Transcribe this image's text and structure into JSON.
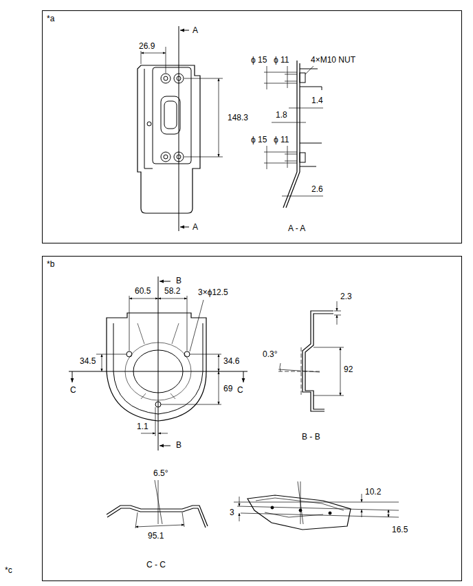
{
  "diagram": {
    "nodes": [
      {
        "text": [
          "*a"
        ]
      },
      {
        "text": [
          "*b"
        ]
      }
    ],
    "labels": [
      "*c",
      "A",
      "26.9",
      "148.3",
      "ϕ 15",
      "ϕ 11",
      "4×M10 NUT",
      "1.4",
      "1.8",
      "ϕ 15",
      "ϕ 11",
      "2.6",
      "A",
      "A - A",
      "B",
      "60.5",
      "58.2",
      "3×ϕ12.5",
      "2.3",
      "34.5",
      "34.6",
      "0.3°",
      "92",
      "C",
      "C",
      "69",
      "1.1",
      "B",
      "B - B",
      "6.5°",
      "95.1",
      "C - C",
      "10.2",
      "3",
      "16.5"
    ]
  }
}
